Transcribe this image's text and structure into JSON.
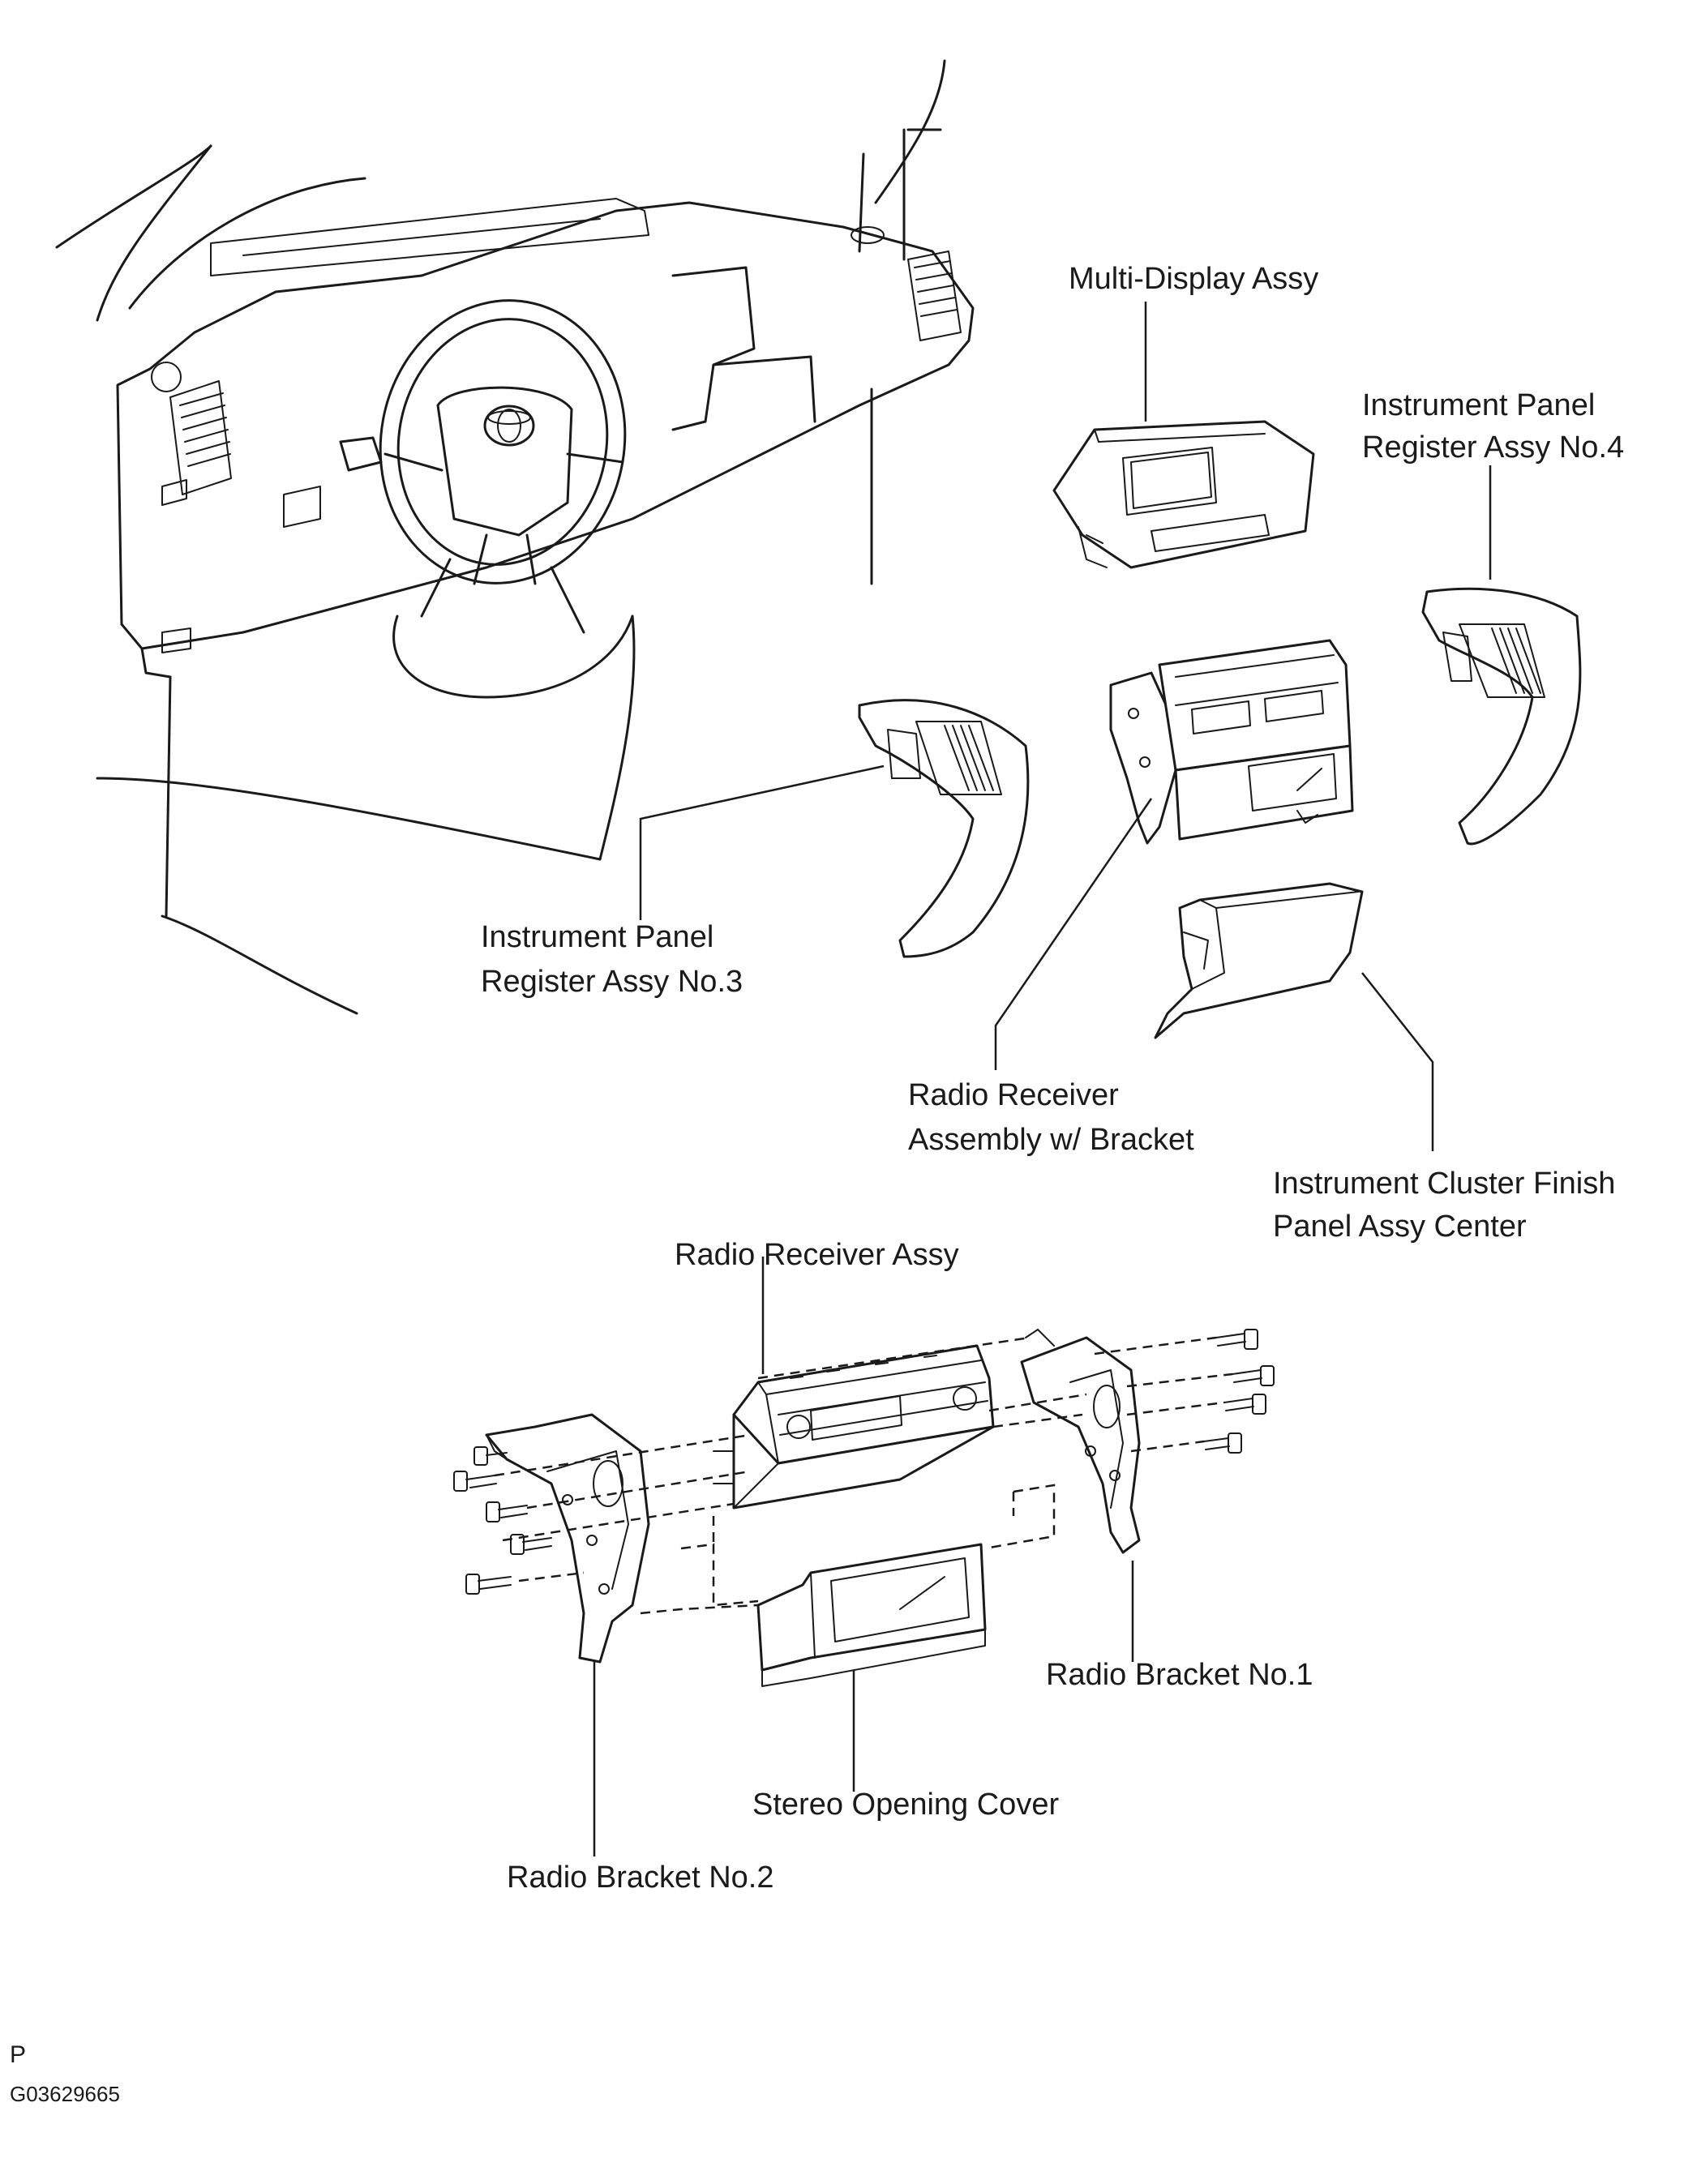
{
  "labels": {
    "multi_display": "Multi-Display Assy",
    "register_no4_line1": "Instrument Panel",
    "register_no4_line2": "Register Assy No.4",
    "register_no3_line1": "Instrument Panel",
    "register_no3_line2": "Register Assy No.3",
    "radio_receiver_bracket_line1": "Radio Receiver",
    "radio_receiver_bracket_line2": "Assembly w/ Bracket",
    "cluster_finish_line1": "Instrument Cluster Finish",
    "cluster_finish_line2": "Panel Assy Center",
    "radio_receiver_assy": "Radio Receiver Assy",
    "radio_bracket_no1": "Radio Bracket No.1",
    "stereo_opening_cover": "Stereo Opening Cover",
    "radio_bracket_no2": "Radio Bracket No.2"
  },
  "footer": {
    "marker": "P",
    "figure_code": "G03629665"
  }
}
